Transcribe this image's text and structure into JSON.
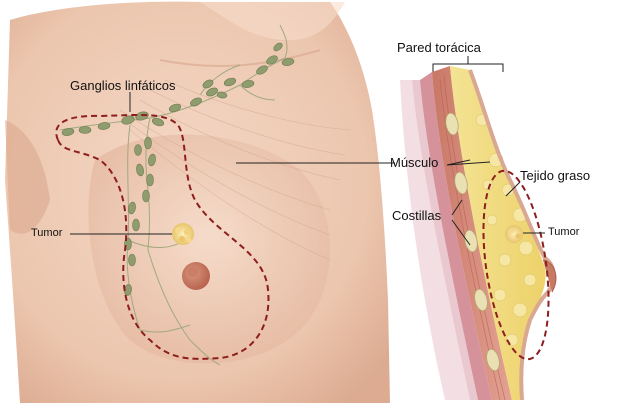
{
  "labels": {
    "lymph_nodes": "Ganglios linfáticos",
    "chest_wall": "Pared torácica",
    "muscle": "Músculo",
    "fatty_tissue": "Tejido graso",
    "ribs": "Costillas",
    "tumor_front": "Tumor",
    "tumor_side": "Tumor"
  },
  "colors": {
    "skin": "#efcdb8",
    "skin_shadow": "#dfae95",
    "muscle": "#d98e80",
    "fat": "#f1df85",
    "node": "#8c9a6a",
    "dashed_outline": "#8e1e1e",
    "rib": "#e8e0b6"
  }
}
